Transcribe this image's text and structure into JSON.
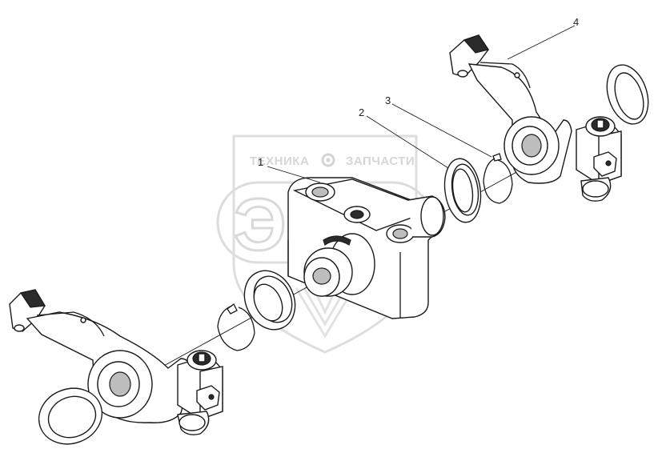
{
  "callouts": [
    {
      "id": "1",
      "label": "1"
    },
    {
      "id": "2",
      "label": "2"
    },
    {
      "id": "3",
      "label": "3"
    },
    {
      "id": "4",
      "label": "4"
    }
  ],
  "watermark": {
    "left_word": "ТЕХНИКА",
    "right_word": "ЗАПЧАСТИ",
    "letters": "ЭПФ"
  },
  "colors": {
    "line": "#1a1a1a",
    "watermark": "#d9d9d9",
    "background": "#ffffff"
  }
}
